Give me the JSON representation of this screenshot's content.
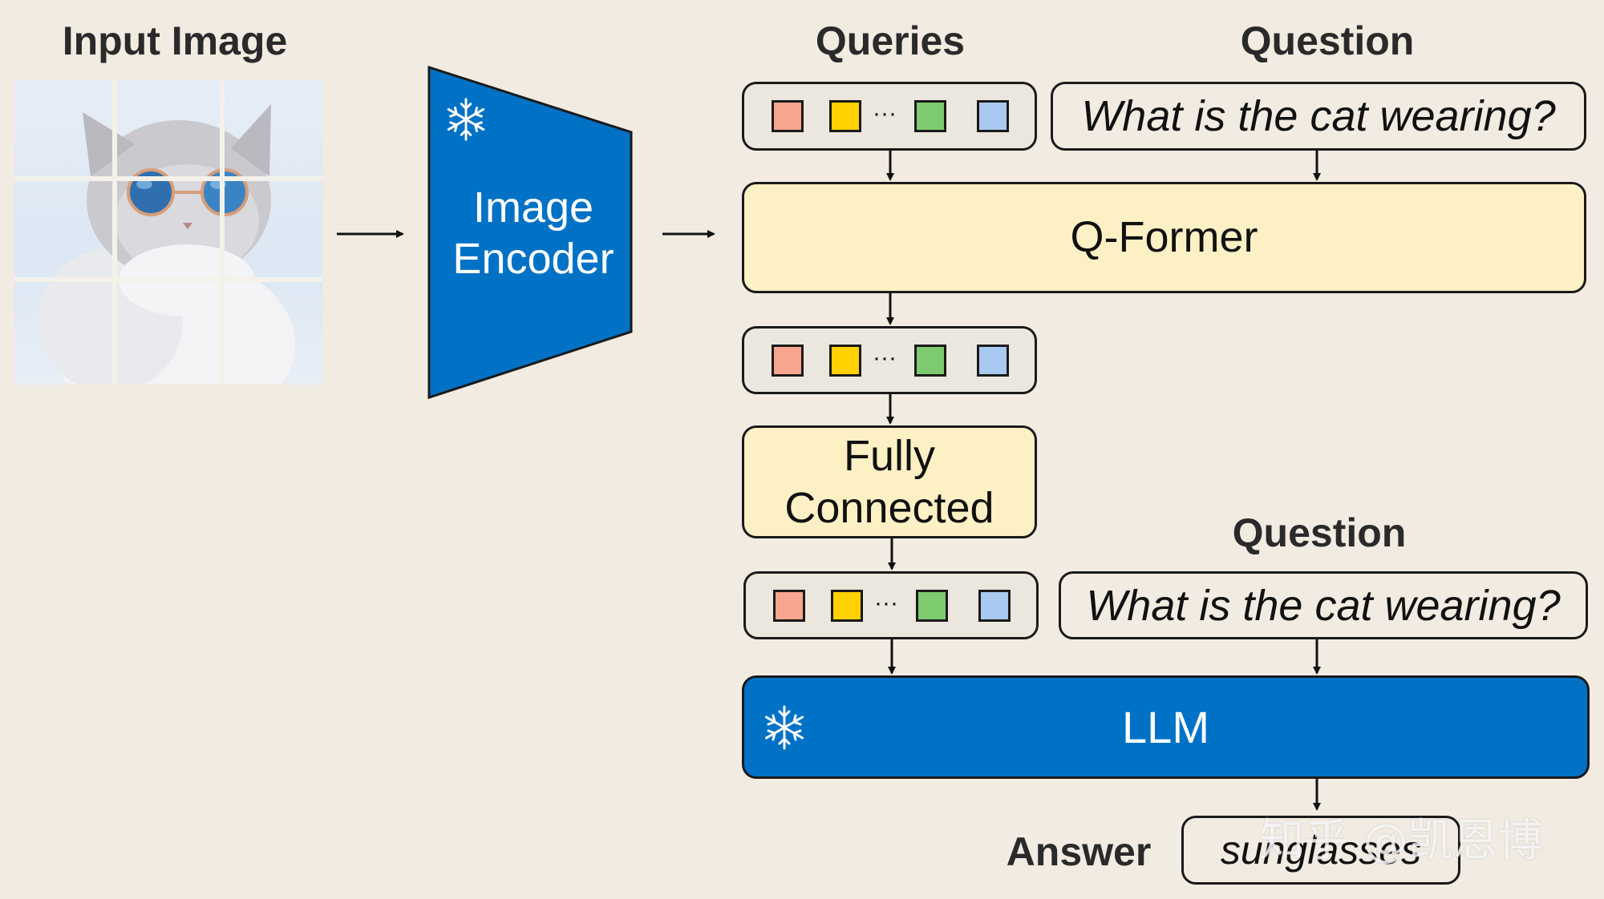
{
  "headings": {
    "input_image": "Input Image",
    "queries": "Queries",
    "question_top": "Question",
    "question_bottom": "Question",
    "answer": "Answer"
  },
  "modules": {
    "image_encoder": {
      "line1": "Image",
      "line2": "Encoder",
      "frozen_icon": "snowflake-icon"
    },
    "q_former": "Q-Former",
    "fully_connected": {
      "line1": "Fully",
      "line2": "Connected"
    },
    "llm": {
      "label": "LLM",
      "frozen_icon": "snowflake-icon"
    }
  },
  "question_text": "What is the cat wearing?",
  "answer_text": "sunglasses",
  "token_ellipsis": "···",
  "token_colors": [
    "#f6a58f",
    "#ffd100",
    "#7ecb6f",
    "#a9caf0"
  ],
  "colors": {
    "background": "#f1ebe2",
    "frozen_module_blue": "#0072c6",
    "trainable_module_yellow": "#fdf0c4"
  },
  "watermark": "知乎 @凯恩博"
}
